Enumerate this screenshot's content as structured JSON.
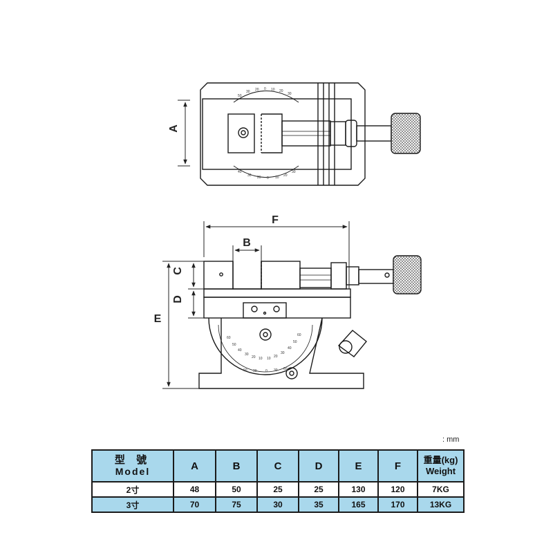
{
  "dimensions": {
    "a": "A",
    "b": "B",
    "c": "C",
    "d": "D",
    "e": "E",
    "f": "F"
  },
  "unit_label": ": mm",
  "table": {
    "header": {
      "model_line1": "型 號",
      "model_line2": "Model",
      "cols": [
        "A",
        "B",
        "C",
        "D",
        "E",
        "F"
      ],
      "weight_line1": "重量(kg)",
      "weight_line2": "Weight"
    },
    "rows": [
      {
        "model": "2寸",
        "values": [
          "48",
          "50",
          "25",
          "25",
          "130",
          "120"
        ],
        "weight": "7KG"
      },
      {
        "model": "3寸",
        "values": [
          "70",
          "75",
          "30",
          "35",
          "165",
          "170"
        ],
        "weight": "13KG"
      }
    ]
  },
  "colors": {
    "table_header_bg": "#a9d8ec",
    "line": "#1a1a1a"
  }
}
